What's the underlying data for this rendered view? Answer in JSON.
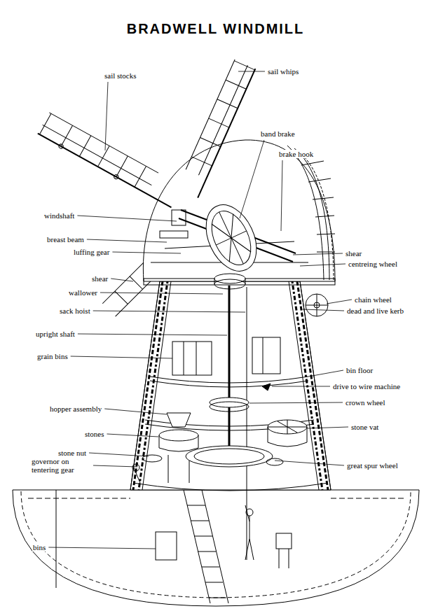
{
  "diagram": {
    "title": "BRADWELL WINDMILL",
    "labels": [
      "sail stocks",
      "sail whips",
      "band brake",
      "brake hook",
      "windshaft",
      "breast beam",
      "luffing gear",
      "shear",
      "centreing wheel",
      "shear",
      "wallower",
      "chain wheel",
      "sack hoist",
      "dead and live kerb",
      "upright shaft",
      "grain bins",
      "bin floor",
      "drive to wire machine",
      "hopper assembly",
      "crown wheel",
      "stones",
      "stone vat",
      "stone nut",
      "governor on tentering gear",
      "great spur wheel",
      "bins"
    ]
  }
}
